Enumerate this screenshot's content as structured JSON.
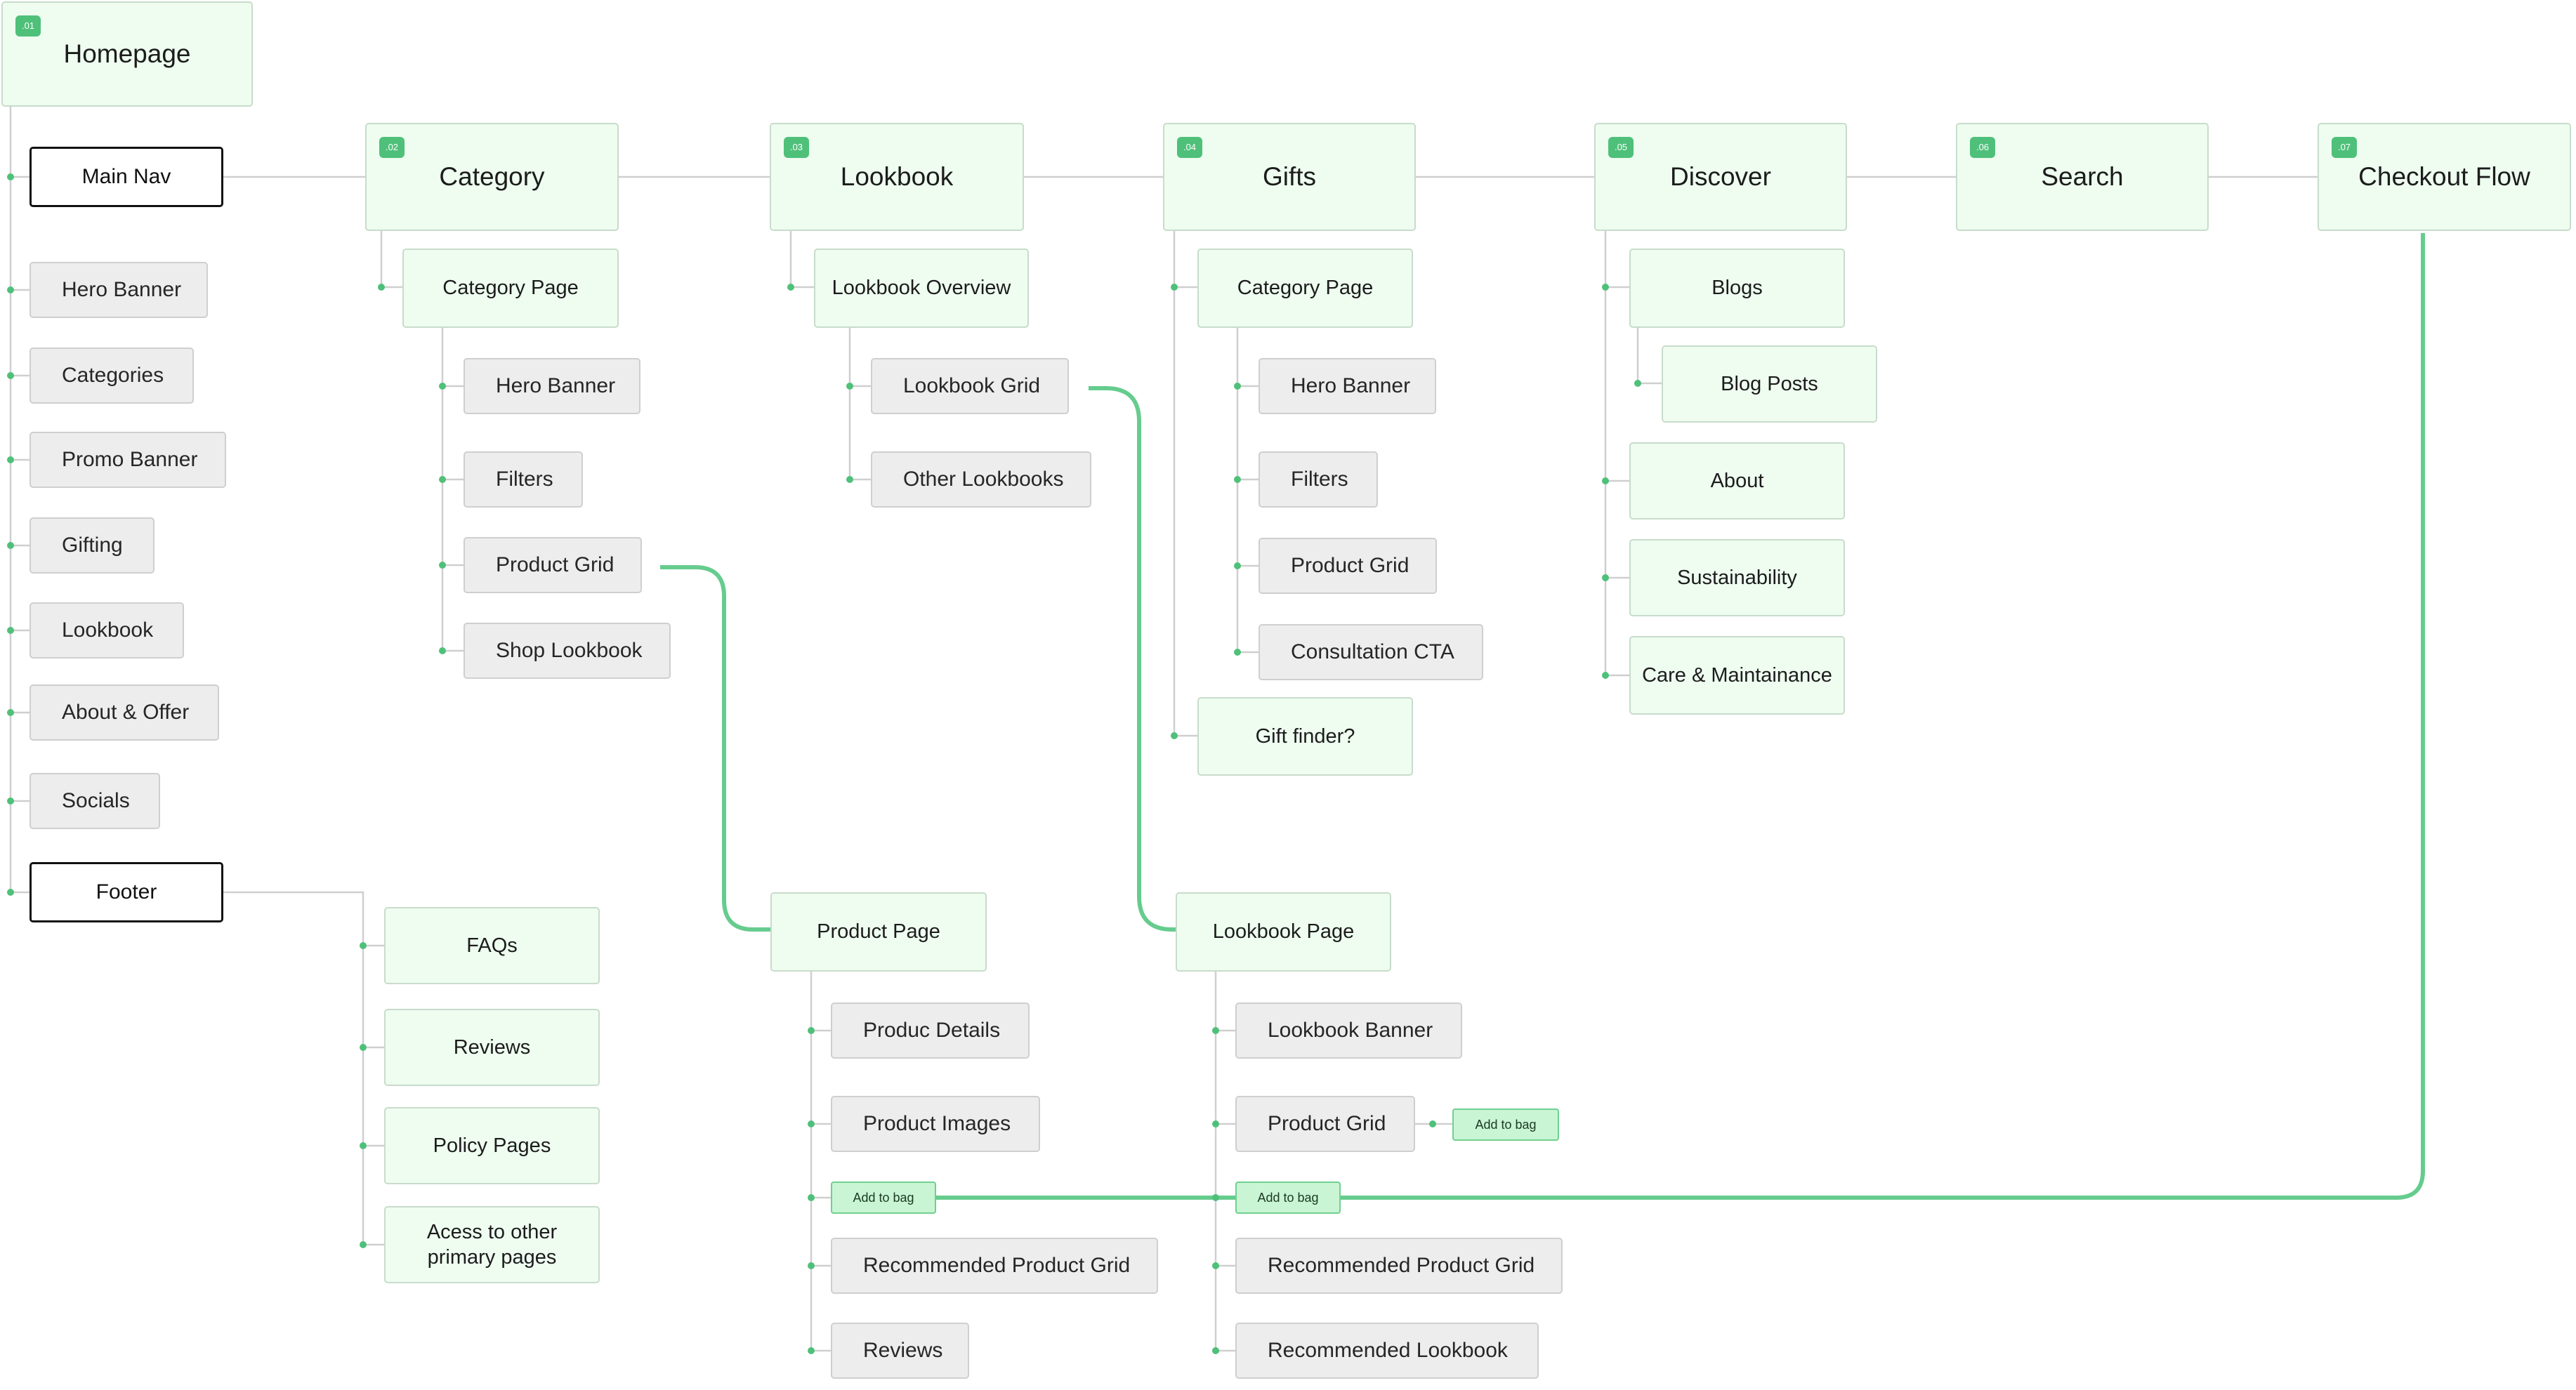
{
  "colors": {
    "accent": "#4fc07a",
    "node_fill": "#eefdf0",
    "leaf_fill": "#ededed",
    "pill_fill": "#c9f5d4"
  },
  "homepage": {
    "badge": ".01",
    "title": "Homepage",
    "main_nav": "Main Nav",
    "sections": [
      "Hero Banner",
      "Categories",
      "Promo Banner",
      "Gifting",
      "Lookbook",
      "About & Offer",
      "Socials"
    ],
    "footer": "Footer",
    "footer_items": [
      "FAQs",
      "Reviews",
      "Policy Pages",
      "Acess to other primary pages"
    ]
  },
  "category": {
    "badge": ".02",
    "title": "Category",
    "page": "Category Page",
    "items": [
      "Hero Banner",
      "Filters",
      "Product Grid",
      "Shop Lookbook"
    ]
  },
  "lookbook": {
    "badge": ".03",
    "title": "Lookbook",
    "overview": "Lookbook Overview",
    "items": [
      "Lookbook Grid",
      "Other Lookbooks"
    ]
  },
  "gifts": {
    "badge": ".04",
    "title": "Gifts",
    "page": "Category Page",
    "items": [
      "Hero Banner",
      "Filters",
      "Product Grid",
      "Consultation CTA"
    ],
    "gift_finder": "Gift finder?"
  },
  "discover": {
    "badge": ".05",
    "title": "Discover",
    "blogs": "Blogs",
    "blog_posts": "Blog Posts",
    "items": [
      "About",
      "Sustainability",
      "Care & Maintainance"
    ]
  },
  "search": {
    "badge": ".06",
    "title": "Search"
  },
  "checkout": {
    "badge": ".07",
    "title": "Checkout Flow"
  },
  "product_page": {
    "title": "Product Page",
    "items": [
      "Produc Details",
      "Product Images",
      "Add to bag",
      "Recommended Product Grid",
      "Reviews"
    ]
  },
  "lookbook_page": {
    "title": "Lookbook Page",
    "items": [
      "Lookbook Banner",
      "Product Grid",
      "Add to bag",
      "Recommended Product Grid",
      "Recommended Lookbook"
    ],
    "grid_add_to_bag": "Add to bag"
  }
}
